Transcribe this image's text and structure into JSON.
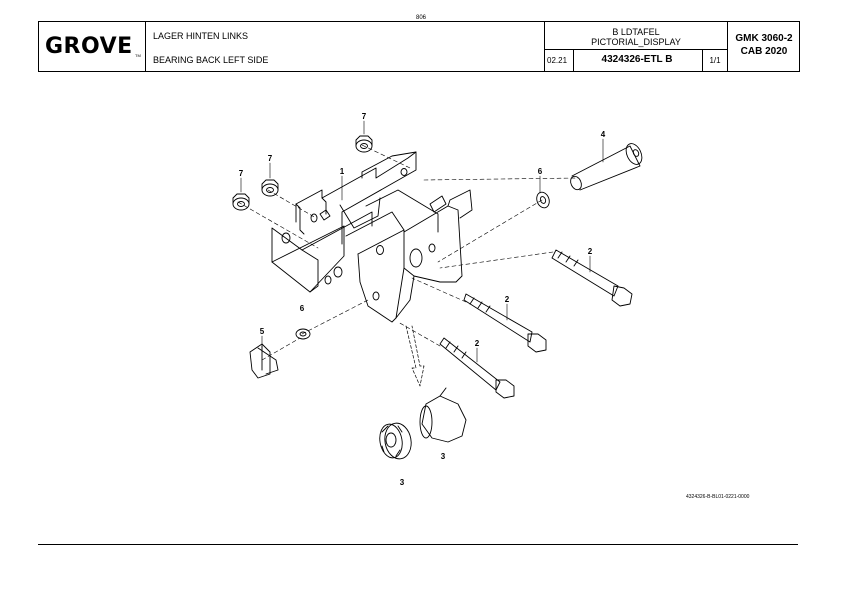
{
  "page": {
    "number": "806"
  },
  "title_block": {
    "logo": "GROVE",
    "logo_tm": "TM",
    "description_de": "LAGER HINTEN LINKS",
    "description_en": "BEARING BACK LEFT SIDE",
    "display_de": "B LDTAFEL",
    "display_en": "PICTORIAL_DISPLAY",
    "date": "02.21",
    "document_number": "4324326-ETL B",
    "sheet": "1/1",
    "model": "GMK 3060-2",
    "variant": "CAB 2020"
  },
  "drawing": {
    "callouts": [
      "7",
      "7",
      "7",
      "1",
      "4",
      "6",
      "2",
      "2",
      "2",
      "6",
      "5",
      "3",
      "3"
    ],
    "drawing_code": "4324326-B-BL01-0221-0000"
  }
}
